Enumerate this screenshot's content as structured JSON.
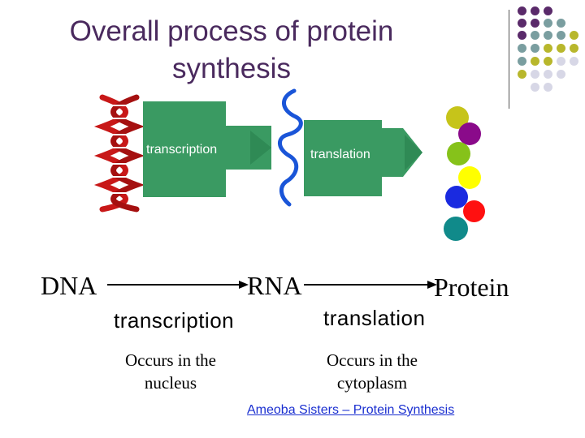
{
  "title": {
    "line1": "Overall process of protein",
    "line2": "synthesis"
  },
  "diagram": {
    "box1_label": "transcription",
    "box2_label": "translation"
  },
  "flow": {
    "dna": "DNA",
    "rna": "RNA",
    "protein": "Protein",
    "transcription": "transcription",
    "translation": "translation"
  },
  "location": {
    "nucleus_line1": "Occurs in the",
    "nucleus_line2": "nucleus",
    "cytoplasm_line1": "Occurs in the",
    "cytoplasm_line2": "cytoplasm"
  },
  "link_text": "Ameoba Sisters – Protein Synthesis",
  "colors": {
    "title": "#4a2a5e",
    "box": "#3a9a62",
    "dna_strand": "#c81818",
    "rna_strand": "#1a55d8",
    "purple": "#5a2a6a",
    "teal": "#7a9ea0",
    "olive": "#b8b72c",
    "lavender": "#d7d7e6",
    "protein_balls": [
      "#c6c41a",
      "#8a0a8a",
      "#86c21a",
      "#ffff00",
      "#1a2ae0",
      "#ff1010",
      "#108a8a"
    ]
  }
}
